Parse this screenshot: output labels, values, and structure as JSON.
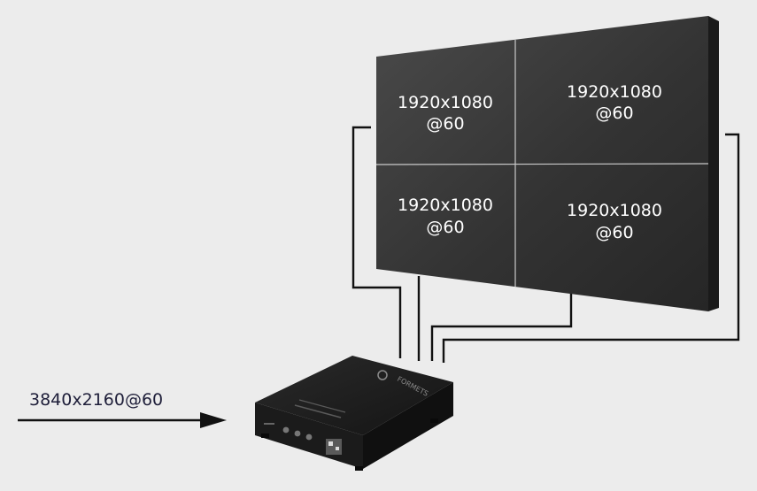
{
  "input": {
    "label": "3840x2160@60"
  },
  "video_wall": {
    "panels": [
      {
        "resolution": "1920x1080",
        "rate": "@60"
      },
      {
        "resolution": "1920x1080",
        "rate": "@60"
      },
      {
        "resolution": "1920x1080",
        "rate": "@60"
      },
      {
        "resolution": "1920x1080",
        "rate": "@60"
      }
    ]
  },
  "device": {
    "brand": "FORMETS"
  },
  "colors": {
    "background": "#ececec",
    "panel": "#3d3d3d",
    "cable": "#111111",
    "input_text": "#1f1f3a"
  }
}
